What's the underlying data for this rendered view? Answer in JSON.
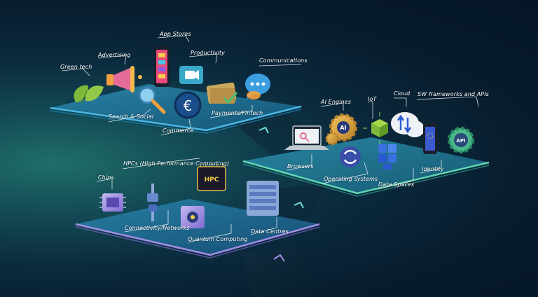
{
  "layers": {
    "top": {
      "labels": {
        "app_stores": "App Stores",
        "advertising": "Advertising",
        "green_tech": "Green tech",
        "productivity": "Productivity",
        "communications": "Communications",
        "search_social": "Search & Social",
        "commerce": "Commerce",
        "payments_fintech": "Payments/Fintech"
      }
    },
    "middle": {
      "labels": {
        "ai_engines": "AI Engines",
        "iot": "IoT",
        "cloud": "Cloud",
        "sw_frameworks": "SW frameworks and APIs",
        "browsers": "Browsers",
        "operating_systems": "Operating systems",
        "data_spaces": "Data Spaces",
        "identity": "Identity"
      },
      "icon_text": {
        "ai": "AI",
        "api": "API"
      }
    },
    "bottom": {
      "labels": {
        "chips": "Chips",
        "hpcs": "HPCs (High Performance Computing)",
        "connectivity": "Connectivity/Networks",
        "quantum": "Quantum Computing",
        "data_centres": "Data Centres"
      },
      "icon_text": {
        "hpc": "HPC"
      }
    }
  },
  "colors": {
    "platform_fill": "#1b6f8e",
    "platform_edge_top": "#49b6e6",
    "platform_edge_middle": "#5fd6b2",
    "platform_edge_bottom": "#a48ee8",
    "connector_arrow": "#6fe0d4"
  }
}
